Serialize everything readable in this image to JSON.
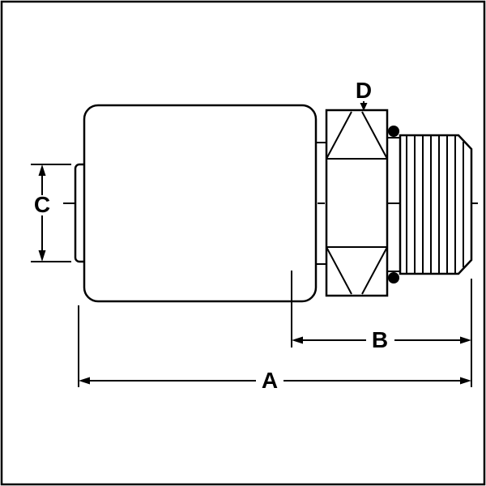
{
  "diagram": {
    "kind": "technical-drawing",
    "subject": "hydraulic-hose-crimp-fitting-side-view",
    "labels": {
      "dim_a": "A",
      "dim_b": "B",
      "dim_c": "C",
      "dim_d": "D"
    },
    "colors": {
      "line": "#000000",
      "background": "#ffffff"
    }
  }
}
